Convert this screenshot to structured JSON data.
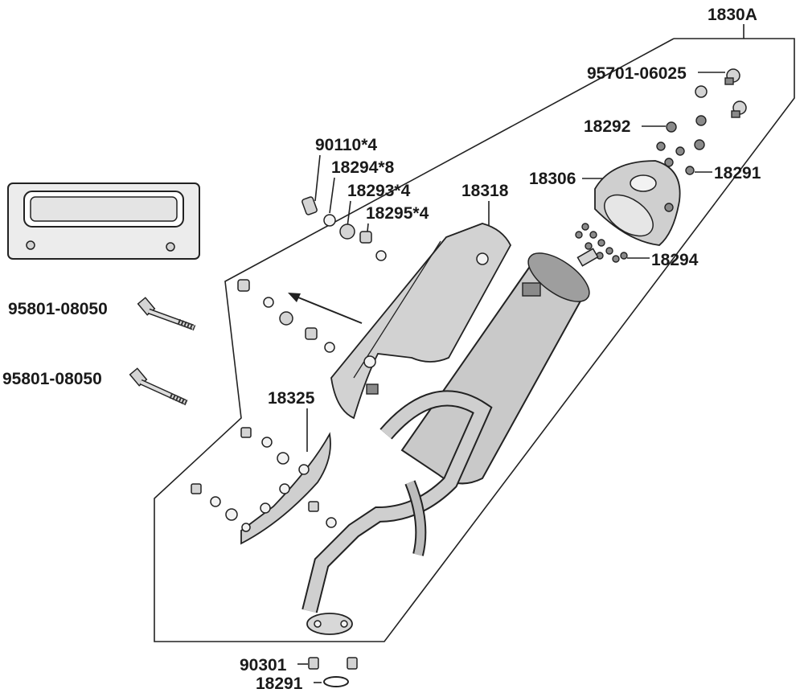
{
  "diagram": {
    "labels": {
      "assembly": "1830A",
      "bolt_top": "95701-06025",
      "washer_18292": "18292",
      "gasket_18291_top": "18291",
      "end_cap": "18306",
      "gasket_18294_right": "18294",
      "bolt_90110": "90110*4",
      "washer_18294": "18294*8",
      "collar_18293": "18293*4",
      "spacer_18295": "18295*4",
      "heat_shield": "18318",
      "bolt_left_1": "95801-08050",
      "bolt_left_2": "95801-08050",
      "guard": "18325",
      "nut_90301": "90301",
      "gasket_18291_bottom": "18291"
    }
  }
}
